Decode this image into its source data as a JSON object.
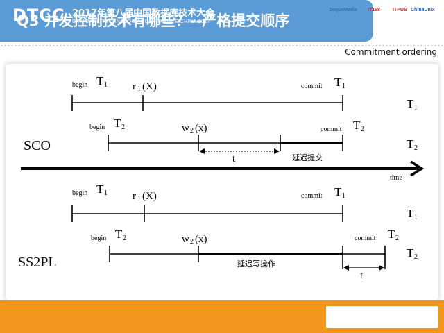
{
  "title": "Q3 并发控制技术有哪些？--严格提交顺序",
  "subtitle": "Commitment ordering",
  "diagram": {
    "sco": {
      "label": "SCO",
      "t1": {
        "begin": "begin",
        "begin_t": "T",
        "begin_sub": "1",
        "read_op": "r",
        "read_sub": "1",
        "read_arg": "(X)",
        "commit": "commit",
        "commit_t": "T",
        "commit_sub": "1",
        "row_t": "T",
        "row_sub": "1"
      },
      "t2": {
        "begin": "begin",
        "begin_t": "T",
        "begin_sub": "2",
        "write_op": "w",
        "write_sub": "2",
        "write_arg": "(x)",
        "commit": "commit",
        "commit_t": "T",
        "commit_sub": "2",
        "row_t": "T",
        "row_sub": "2"
      },
      "interval_label": "t",
      "delay_label": "延迟提交"
    },
    "time_label": "time",
    "ss2pl": {
      "label": "SS2PL",
      "t1": {
        "begin": "begin",
        "begin_t": "T",
        "begin_sub": "1",
        "read_op": "r",
        "read_sub": "1",
        "read_arg": "(X)",
        "commit": "commit",
        "commit_t": "T",
        "commit_sub": "1",
        "row_t": "T",
        "row_sub": "1"
      },
      "t2": {
        "begin": "begin",
        "begin_t": "T",
        "begin_sub": "2",
        "write_op": "w",
        "write_sub": "2",
        "write_arg": "(x)",
        "commit": "commit",
        "commit_t": "T",
        "commit_sub": "2",
        "row_t": "T",
        "row_sub": "2"
      },
      "delay_label": "延迟写操作",
      "interval_label": "t"
    }
  },
  "footer": {
    "logo": "DTCC",
    "main": "2017年第八届中国数据库技术大会",
    "sub": "DATABASE  TECHNOLOGY  CONFERENCE  CHINA  2017",
    "sponsors": [
      "SequeMedia",
      "IT168",
      "ITPUB",
      "ChinaUnix"
    ],
    "colors": {
      "footer": "#f3961c",
      "title_bar": "#5b9bd5"
    }
  }
}
